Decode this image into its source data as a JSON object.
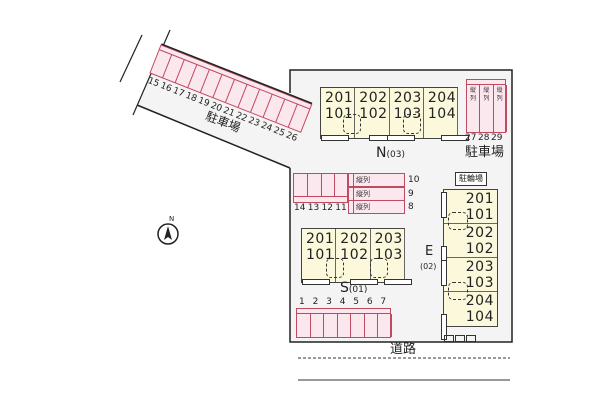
{
  "labels": {
    "parking": "駐車場",
    "parking_north": "駐車場",
    "bike_parking": "駐輪場",
    "road": "道路",
    "compass_n": "N",
    "parallel": "縦列"
  },
  "slanted_lot": {
    "stalls": [
      "15",
      "16",
      "17",
      "18",
      "19",
      "20",
      "21",
      "22",
      "23",
      "24",
      "25",
      "26"
    ]
  },
  "north_building": {
    "label": "N",
    "code": "(03)",
    "units": [
      [
        "201",
        "101"
      ],
      [
        "202",
        "102"
      ],
      [
        "203",
        "103"
      ],
      [
        "204",
        "104"
      ]
    ]
  },
  "east_building": {
    "label": "E",
    "code": "(02)",
    "units": [
      [
        "201",
        "101"
      ],
      [
        "202",
        "102"
      ],
      [
        "203",
        "103"
      ],
      [
        "204",
        "104"
      ]
    ]
  },
  "south_building": {
    "label": "S",
    "code": "(01)",
    "units": [
      [
        "201",
        "101"
      ],
      [
        "202",
        "102"
      ],
      [
        "203",
        "103"
      ]
    ]
  },
  "parking_ne": {
    "stalls": [
      "27",
      "28",
      "29"
    ],
    "stall_label": "縦列"
  },
  "parking_mid_left": {
    "stalls": [
      "14",
      "13",
      "12",
      "11"
    ]
  },
  "parking_mid_right": {
    "rows": [
      {
        "label": "縦列",
        "num": "10"
      },
      {
        "label": "縦列",
        "num": "9"
      },
      {
        "label": "縦列",
        "num": "8"
      }
    ]
  },
  "parking_south": {
    "stalls": [
      "1",
      "2",
      "3",
      "4",
      "5",
      "6",
      "7"
    ]
  },
  "colors": {
    "building": "#fbf8dc",
    "parking": "#fbe8ee",
    "parking_line": "#c04a60",
    "site": "#f4f4f4"
  }
}
